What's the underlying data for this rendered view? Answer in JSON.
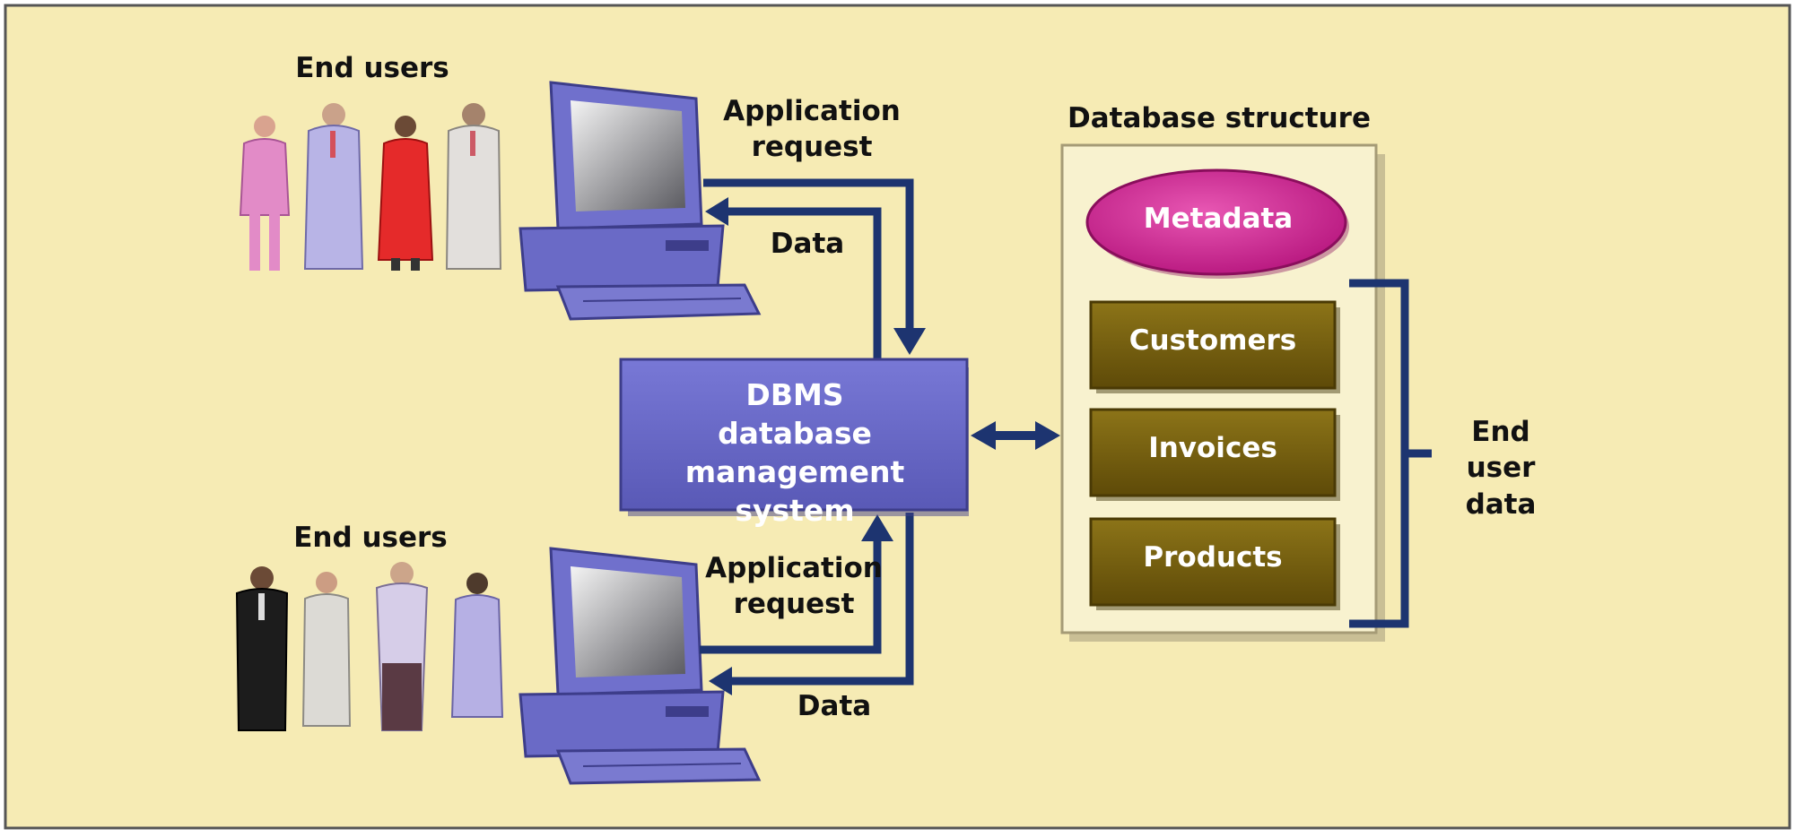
{
  "top_group": {
    "title": "End users",
    "request_label": "Application request",
    "data_label": "Data"
  },
  "bottom_group": {
    "title": "End users",
    "request_label": "Application request",
    "data_label": "Data"
  },
  "dbms": {
    "line1": "DBMS",
    "line2": "database",
    "line3": "management system"
  },
  "database": {
    "title": "Database structure",
    "metadata": "Metadata",
    "tables": [
      "Customers",
      "Invoices",
      "Products"
    ],
    "bracket_label": "End user data"
  },
  "colors": {
    "background": "#f6ebb4",
    "dbms_box": "#6a6ac8",
    "arrows": "#1d3470",
    "metadata": "#cf1f8e",
    "tables": "#7a6310",
    "panel": "#f8f2cf"
  }
}
